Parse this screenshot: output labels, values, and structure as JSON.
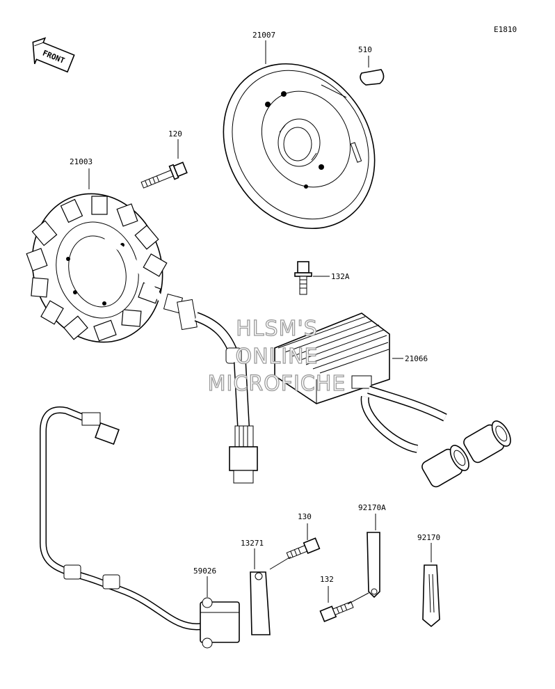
{
  "diagram_code": "E1810",
  "front_label": "FRONT",
  "watermark": [
    "HLSM'S",
    "ONLINE",
    "MICROFICHE"
  ],
  "parts": {
    "flywheel": "21007",
    "key": "510",
    "stator_bolt": "120",
    "stator": "21003",
    "regulator_bolt": "132A",
    "regulator": "21066",
    "bolt_130": "130",
    "plate_13271": "13271",
    "pickup_coil": "59026",
    "clamp_92170A": "92170A",
    "clamp_92170": "92170",
    "bolt_132": "132"
  }
}
